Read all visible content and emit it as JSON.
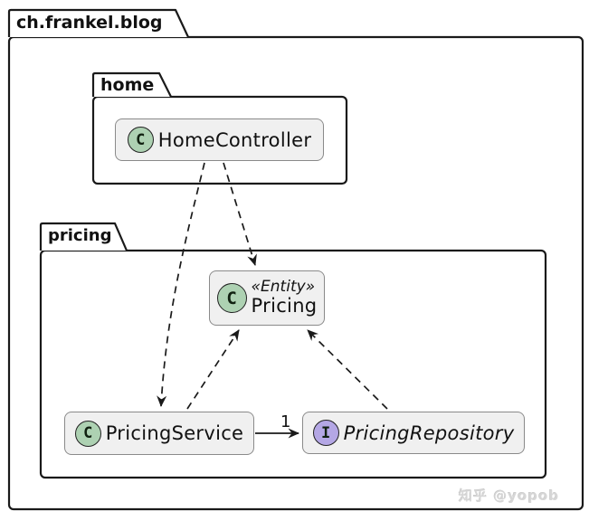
{
  "packages": {
    "root": {
      "label": "ch.frankel.blog"
    },
    "home": {
      "label": "home"
    },
    "pricing": {
      "label": "pricing"
    }
  },
  "classes": {
    "homeController": {
      "spot": "C",
      "name": "HomeController"
    },
    "pricingEntity": {
      "spot": "C",
      "stereotype": "«Entity»",
      "name": "Pricing"
    },
    "pricingService": {
      "spot": "C",
      "name": "PricingService"
    },
    "pricingRepository": {
      "spot": "I",
      "name": "PricingRepository"
    }
  },
  "relations": {
    "serviceToRepositoryLabel": "1"
  },
  "watermark": {
    "text": "知乎 @yopob"
  },
  "colors": {
    "classSpot": "#ADD1B2",
    "interfaceSpot": "#B4A7E5",
    "boxFill": "#F0F0F0",
    "boxBorder": "#8A8A8A",
    "lineColor": "#1A1A1A",
    "watermarkColor": "#D6D6D6"
  }
}
